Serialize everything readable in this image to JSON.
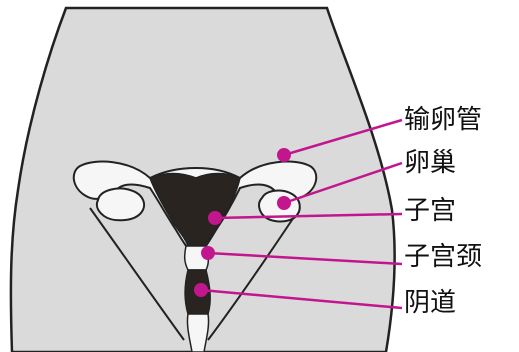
{
  "diagram": {
    "labels": [
      {
        "key": "fallopian-tube",
        "text": "输卵管"
      },
      {
        "key": "ovary",
        "text": "卵巢"
      },
      {
        "key": "uterus",
        "text": "子宫"
      },
      {
        "key": "cervix",
        "text": "子宫颈"
      },
      {
        "key": "vagina",
        "text": "阴道"
      }
    ]
  },
  "colors": {
    "body_fill": "#dadada",
    "outline": "#222222",
    "organ_dark": "#2a2420",
    "organ_light": "#f6f6f6",
    "accent": "#c2168e",
    "background": "#ffffff"
  }
}
